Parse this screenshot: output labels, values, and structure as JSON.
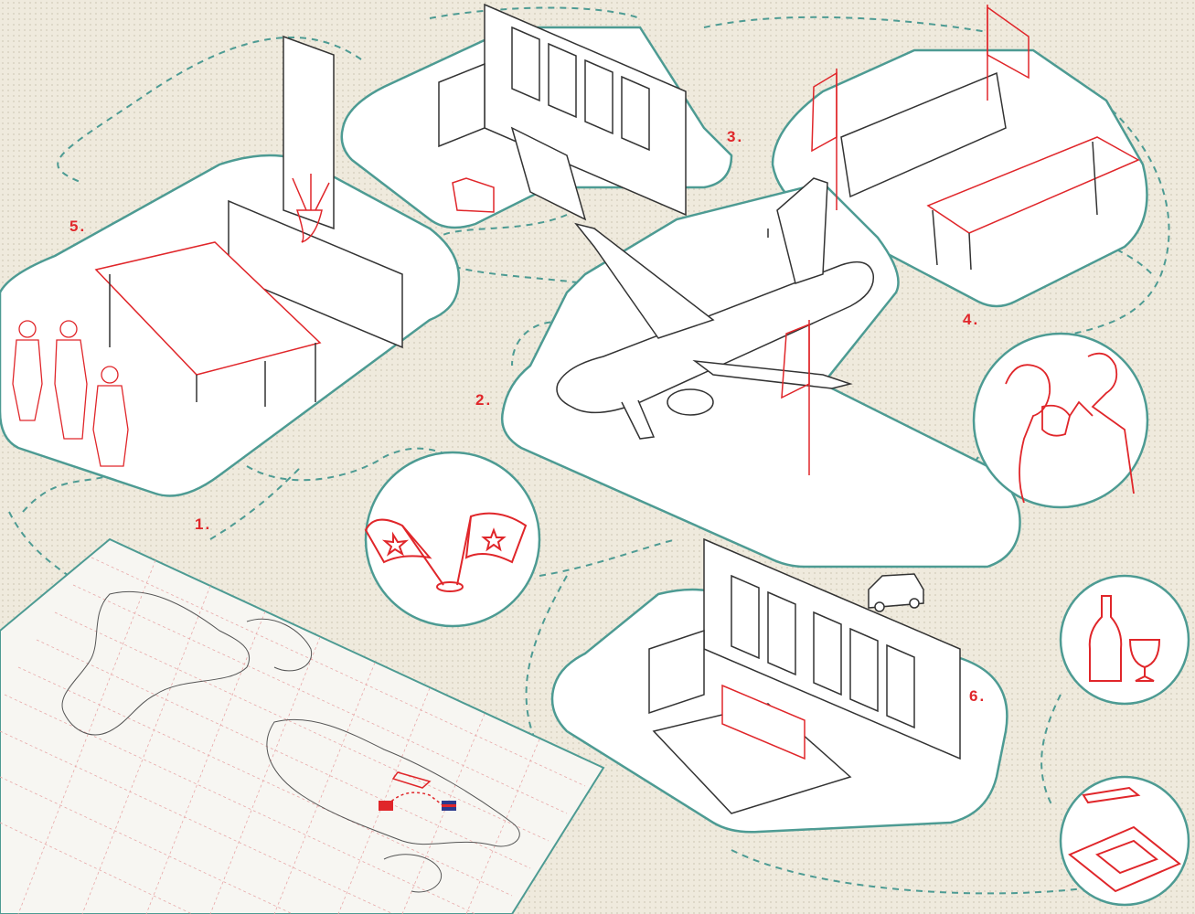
{
  "steps": [
    {
      "id": "step-1",
      "label": "1."
    },
    {
      "id": "step-2",
      "label": "2."
    },
    {
      "id": "step-3",
      "label": "3."
    },
    {
      "id": "step-4",
      "label": "4."
    },
    {
      "id": "step-5",
      "label": "5."
    },
    {
      "id": "step-6",
      "label": "6."
    }
  ],
  "colors": {
    "teal": "#4d9b93",
    "red": "#e0262a",
    "ink": "#3a3a3a",
    "background": "#efeadd",
    "platform": "#ffffff"
  },
  "icons": [
    "crossed-flags-icon",
    "toast-icon",
    "wine-bottle-glass-icon",
    "pen-signing-icon",
    "airplane-icon",
    "world-map-icon"
  ]
}
